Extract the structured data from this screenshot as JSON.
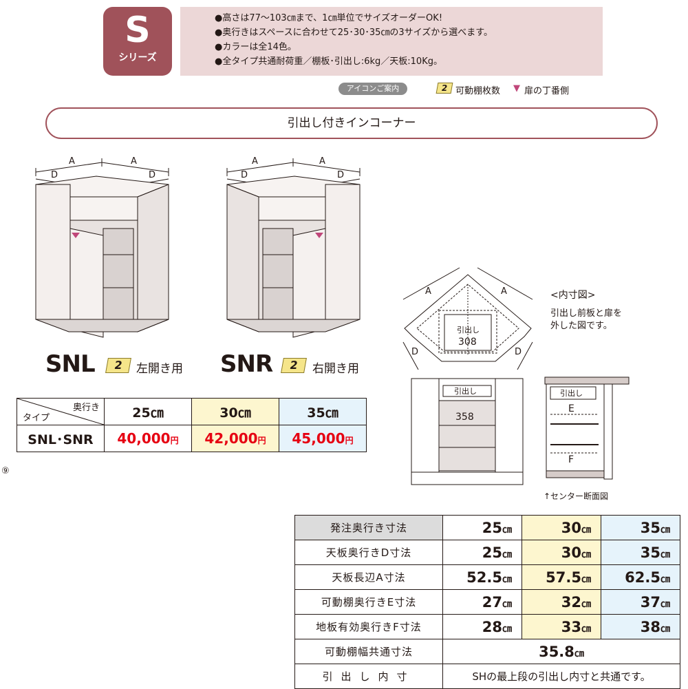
{
  "series": {
    "letter": "S",
    "name": "シリーズ"
  },
  "features": [
    "●高さは77～103㎝まで、1㎝単位でサイズオーダーOK!",
    "●奥行きはスペースに合わせて25･30･35㎝の3サイズから選べます。",
    "●カラーは全14色。",
    "●全タイプ共通耐荷重／棚板･引出し:6kg／天板:10Kg。"
  ],
  "legend": {
    "guide": "アイコンご案内",
    "shelf_icon": "2",
    "shelf_label": "可動棚枚数",
    "hinge_icon": "▼",
    "hinge_label": "扉の丁番側"
  },
  "section_title": "引出し付きインコーナー",
  "figure_labels": {
    "a": "A",
    "d": "D"
  },
  "products": [
    {
      "model": "SNL",
      "shelves": "2",
      "opening": "左開き用"
    },
    {
      "model": "SNR",
      "shelves": "2",
      "opening": "右開き用"
    }
  ],
  "price_table": {
    "corner_top": "奥行き",
    "corner_bottom": "タイプ",
    "depths": [
      "25㎝",
      "30㎝",
      "35㎝"
    ],
    "row_label": "SNL･SNR",
    "prices": [
      "40,000",
      "42,000",
      "45,000"
    ],
    "yen": "円"
  },
  "side_mark": "⑨",
  "interior": {
    "title": "<内寸図>",
    "note1": "引出し前板と扉を",
    "note2": "外した図です。",
    "drawer_label": "引出し",
    "drawer_depth": "308",
    "front_drawer_label": "引出し",
    "front_width": "358",
    "section_drawer_label": "引出し",
    "e_label": "E",
    "f_label": "F",
    "caption": "↑センター断面図"
  },
  "dimension_table": {
    "rows": [
      {
        "label": "発注奥行き寸法",
        "values": [
          "25",
          "30",
          "35"
        ]
      },
      {
        "label": "天板奥行きD寸法",
        "values": [
          "25",
          "30",
          "35"
        ]
      },
      {
        "label": "天板長辺A寸法",
        "values": [
          "52.5",
          "57.5",
          "62.5"
        ]
      },
      {
        "label": "可動棚奥行きE寸法",
        "values": [
          "27",
          "32",
          "37"
        ]
      },
      {
        "label": "地板有効奥行きF寸法",
        "values": [
          "28",
          "33",
          "38"
        ]
      }
    ],
    "unit": "㎝",
    "common_label": "可動棚幅共通寸法",
    "common_value": "35.8",
    "drawer_label": "引出し内寸",
    "drawer_value": "SHの最上段の引出し内寸と共通です。"
  }
}
